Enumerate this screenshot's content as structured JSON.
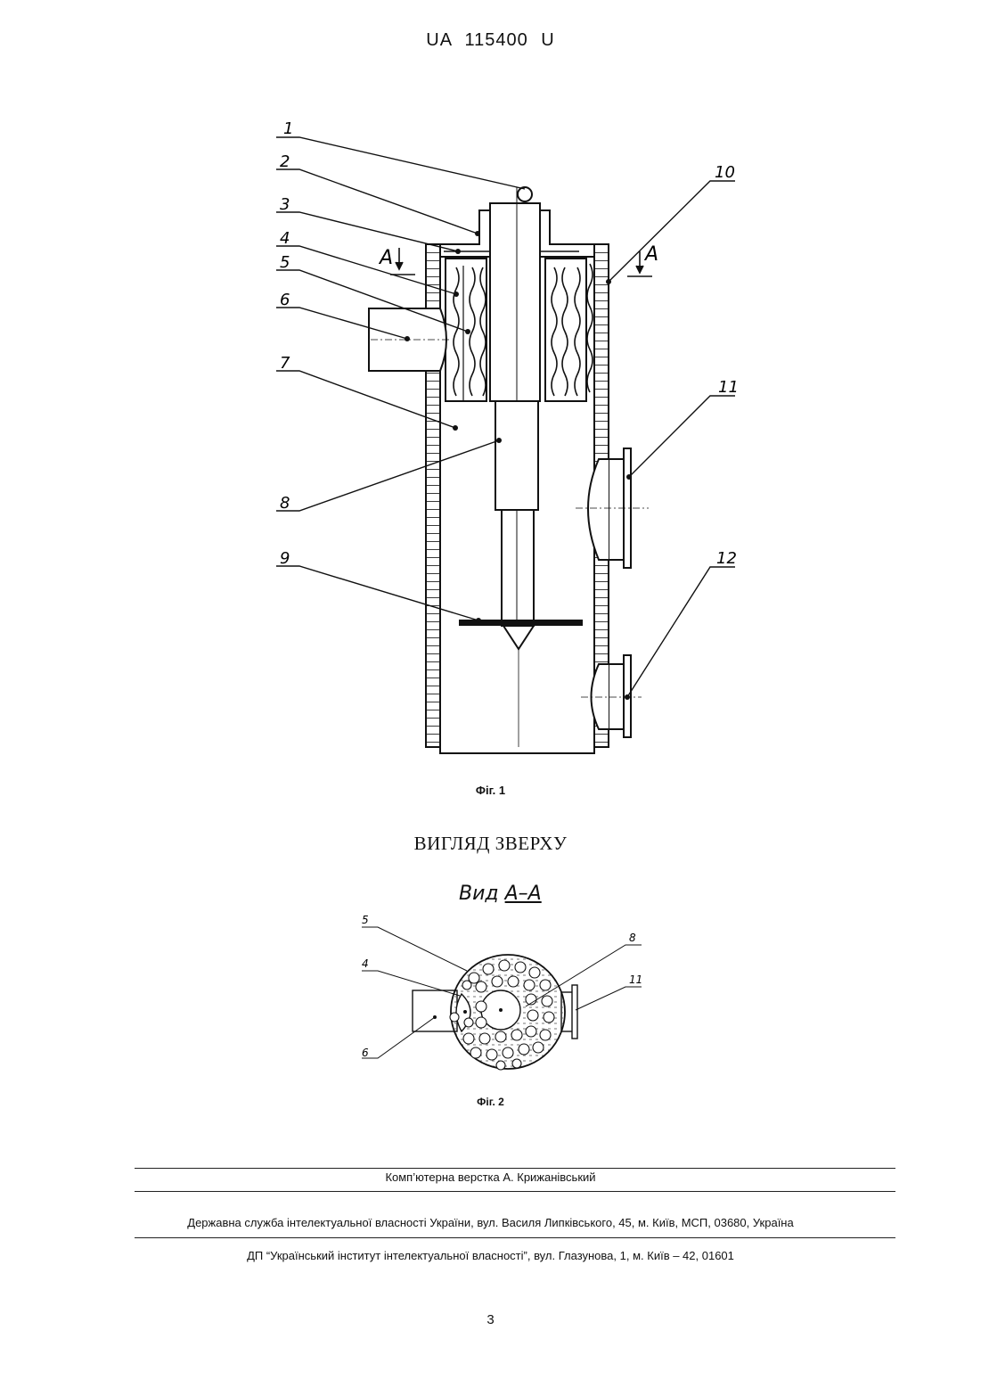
{
  "header": {
    "patent_number": "UA   115400   U"
  },
  "figure1": {
    "caption": "Фіг. 1",
    "labels": [
      "1",
      "2",
      "3",
      "4",
      "5",
      "6",
      "7",
      "8",
      "9",
      "10",
      "11",
      "12"
    ],
    "section_mark": "A"
  },
  "view": {
    "title": "ВИГЛЯД ЗВЕРХУ",
    "prefix": "Вид ",
    "section": "А–А"
  },
  "figure2": {
    "caption": "Фіг. 2",
    "labels": {
      "l5": "5",
      "l4": "4",
      "l8": "8",
      "l11": "11",
      "l6": "6"
    }
  },
  "footer": {
    "layout_credit": "Комп’ютерна верстка А. Крижанівський",
    "office_line": "Державна служба інтелектуальної власності України, вул. Василя Липківського, 45, м. Київ, МСП, 03680, Україна",
    "institute_line": "ДП “Український інститут інтелектуальної власності”, вул. Глазунова, 1, м. Київ – 42, 01601"
  },
  "page_number": "3"
}
